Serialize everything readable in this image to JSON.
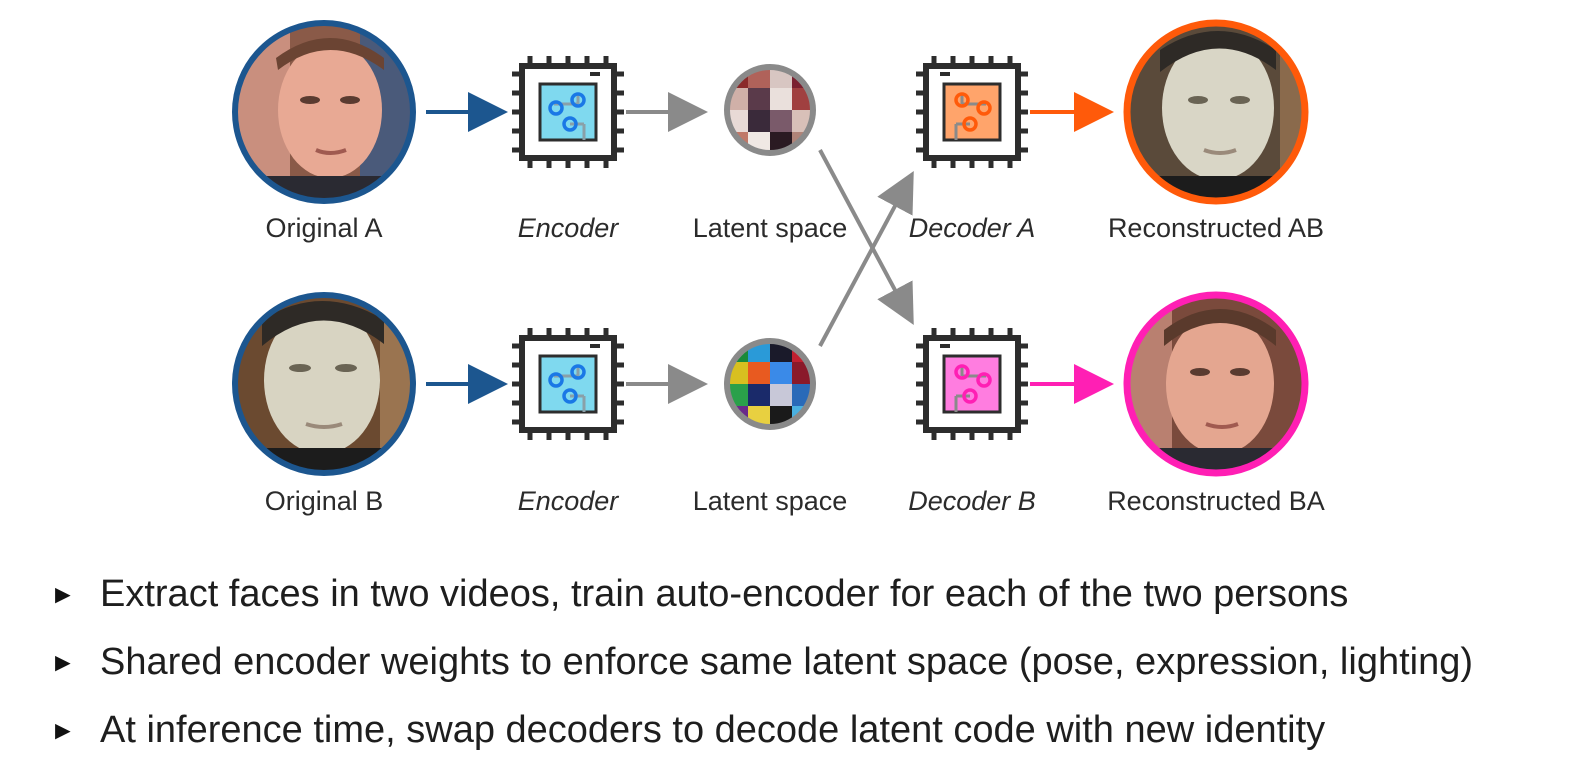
{
  "diagram": {
    "nodes": {
      "original_a": "Original A",
      "encoder_a": "Encoder",
      "latent_a": "Latent space",
      "decoder_a": "Decoder A",
      "reconstructed_ab": "Reconstructed AB",
      "original_b": "Original B",
      "encoder_b": "Encoder",
      "latent_b": "Latent space",
      "decoder_b": "Decoder B",
      "reconstructed_ba": "Reconstructed BA"
    },
    "colors": {
      "blue_ring": "#1c568f",
      "orange_ring": "#ff5a0a",
      "magenta_ring": "#ff1fb4",
      "gray_arrow": "#8a8a8a",
      "chip_body": "#2d2d2d",
      "encoder_fill": "#7fd9ef",
      "encoder_circuit": "#1a78e6",
      "decoder_a_fill": "#ffa46b",
      "decoder_a_circuit": "#ff5a0a",
      "decoder_b_fill": "#ff7de0",
      "decoder_b_circuit": "#ff1fb4"
    },
    "icons": {
      "face": "face-photo",
      "chip": "chip-icon",
      "latent": "pixelated-latent-code"
    }
  },
  "bullets": [
    {
      "marker": "►",
      "text": "Extract faces in two videos, train auto-encoder for each of the two persons"
    },
    {
      "marker": "►",
      "text": "Shared encoder weights to enforce same latent space (pose, expression, lighting)"
    },
    {
      "marker": "►",
      "text": "At inference time, swap decoders to decode latent code with new identity"
    }
  ]
}
